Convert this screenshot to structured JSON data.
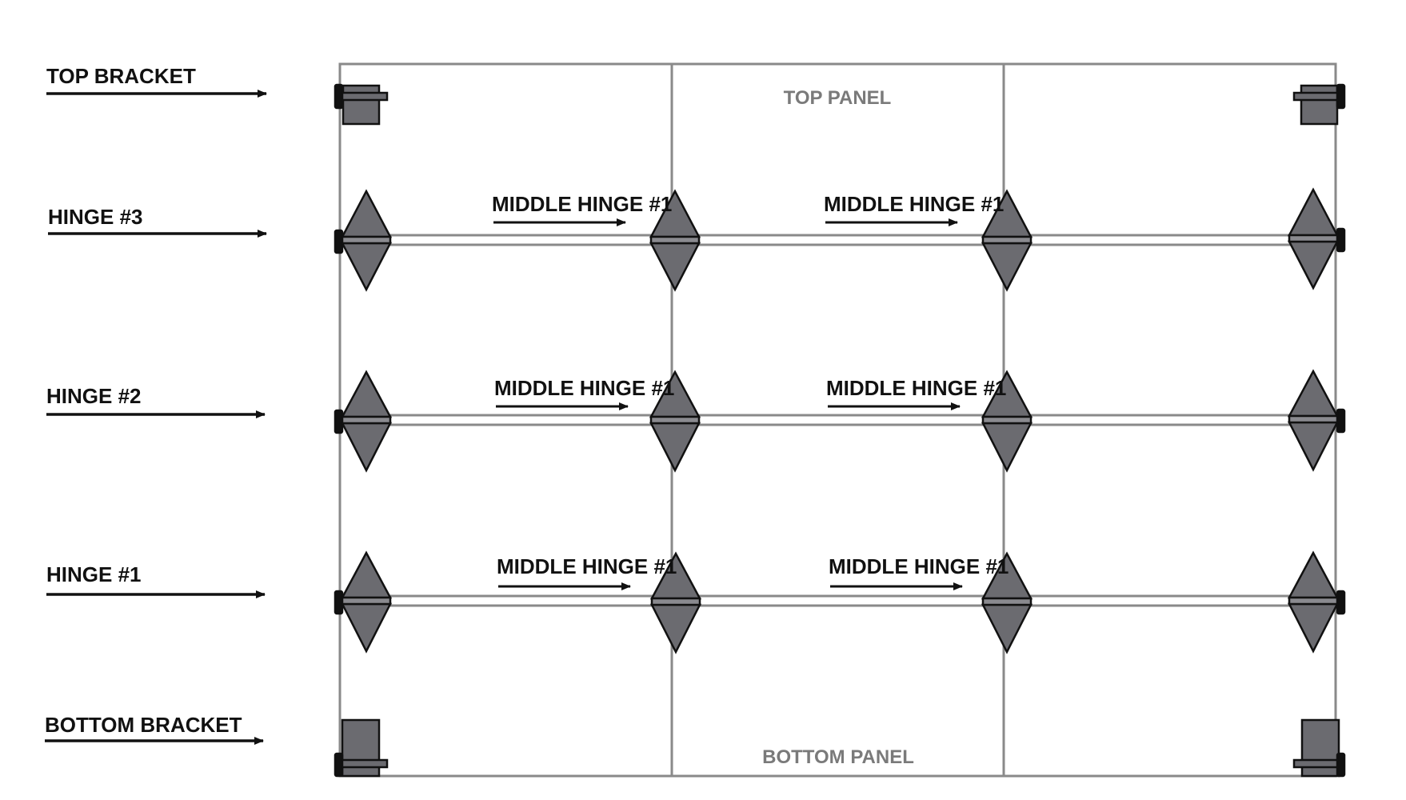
{
  "left_labels": {
    "top_bracket": "TOP BRACKET",
    "hinge_3": "HINGE #3",
    "hinge_2": "HINGE #2",
    "hinge_1": "HINGE #1",
    "bottom_bracket": "BOTTOM BRACKET"
  },
  "panel_labels": {
    "top": "TOP PANEL",
    "bottom": "BOTTOM PANEL"
  },
  "middle_hinge_label": "MIDDLE HINGE #1",
  "colors": {
    "frame": "#8a8a8a",
    "hardware_fill": "#6b6b70",
    "hardware_stroke": "#111111",
    "label": "#111111",
    "panel_label": "#7a7a7a"
  }
}
